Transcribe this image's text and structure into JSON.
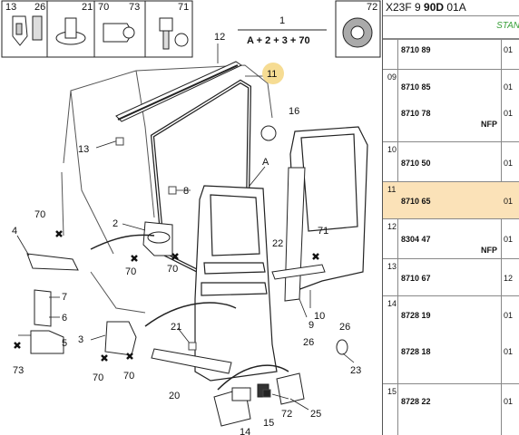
{
  "title": {
    "prefix": "X23F 9 ",
    "bold": "90D",
    "suffix": " 01A"
  },
  "stan": "STAN",
  "rows": [
    {
      "idx": "",
      "parts": [
        {
          "no": "8710 89",
          "qty": "01",
          "nfp": ""
        }
      ]
    },
    {
      "idx": "09",
      "parts": [
        {
          "no": "8710 85",
          "qty": "01",
          "nfp": ""
        },
        {
          "no": "8710 78",
          "qty": "01",
          "nfp": "NFP"
        }
      ]
    },
    {
      "idx": "10",
      "parts": [
        {
          "no": "8710 50",
          "qty": "01",
          "nfp": ""
        }
      ]
    },
    {
      "idx": "11",
      "parts": [
        {
          "no": "8710 65",
          "qty": "01",
          "nfp": ""
        }
      ]
    },
    {
      "idx": "12",
      "parts": [
        {
          "no": "8304 47",
          "qty": "01",
          "nfp": "NFP"
        }
      ]
    },
    {
      "idx": "13",
      "parts": [
        {
          "no": "8710 67",
          "qty": "12",
          "nfp": ""
        }
      ]
    },
    {
      "idx": "14",
      "parts": [
        {
          "no": "8728 19",
          "qty": "01",
          "nfp": ""
        },
        {
          "no": "8728 18",
          "qty": "01",
          "nfp": ""
        }
      ]
    },
    {
      "idx": "15",
      "parts": [
        {
          "no": "8728 22",
          "qty": "01",
          "nfp": ""
        }
      ]
    }
  ],
  "diagram": {
    "top_boxes": [
      "13",
      "26",
      "21",
      "70",
      "73",
      "71",
      "72"
    ],
    "formula_no": "1",
    "formula": "A + 2 + 3 + 70",
    "callouts": [
      "12",
      "11",
      "16",
      "13",
      "A",
      "8",
      "70",
      "2",
      "4",
      "70",
      "70",
      "71",
      "22",
      "7",
      "6",
      "5",
      "3",
      "21",
      "10",
      "9",
      "26",
      "26",
      "73",
      "70",
      "70",
      "23",
      "20",
      "72",
      "25",
      "15",
      "14"
    ]
  }
}
